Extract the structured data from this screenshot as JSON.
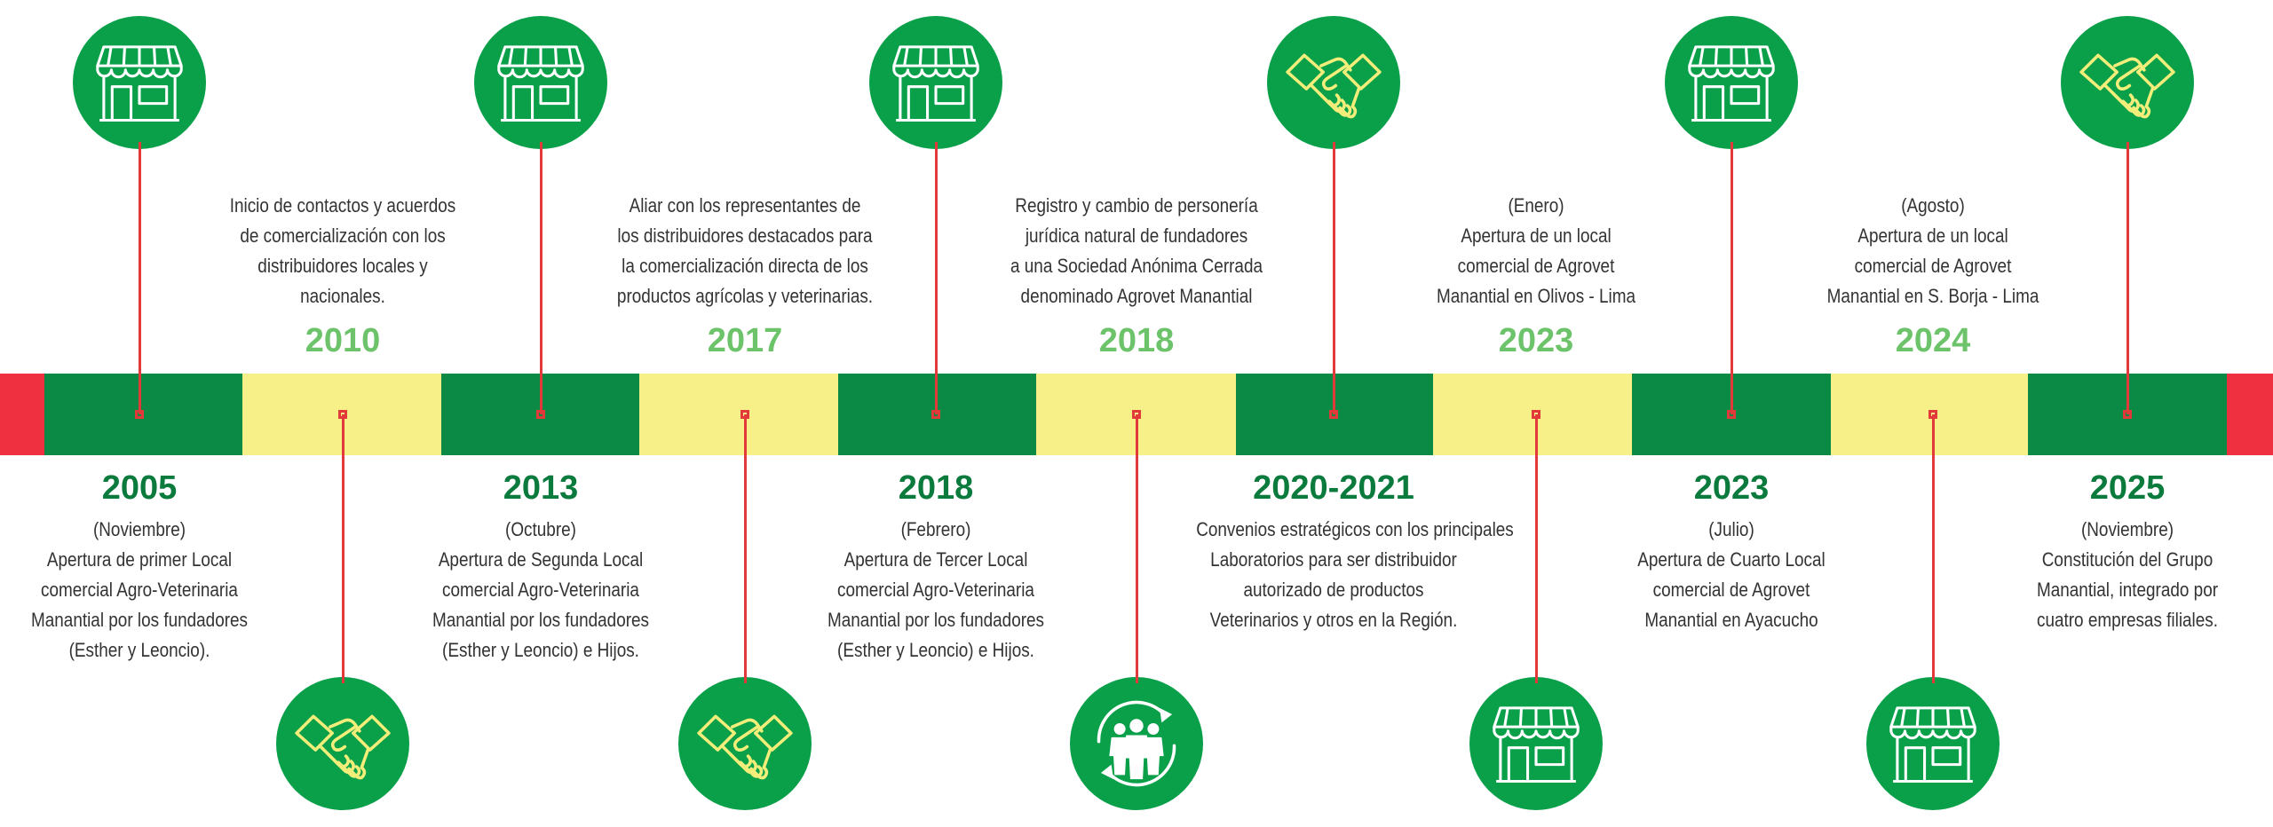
{
  "colors": {
    "dark_green": "#0b8a45",
    "yellow": "#f7f088",
    "red": "#ee3040",
    "circle_green": "#0aa04a",
    "icon_line": "#ffffff",
    "icon_handshake": "#f3ee7a",
    "stem": "#e23a3a",
    "year_above": "#6cc36a",
    "year_below": "#0b7a3d"
  },
  "milestones": [
    {
      "side": "top-icon",
      "icon": "store-icon",
      "year": "2005",
      "lines": [
        "(Noviembre)",
        "Apertura de primer Local",
        "comercial Agro-Veterinaria",
        "Manantial por los fundadores",
        "(Esther y Leoncio)."
      ]
    },
    {
      "side": "bottom-icon",
      "icon": "handshake-icon",
      "year": "2010",
      "lines": [
        "Inicio de contactos y acuerdos",
        "de comercialización con los",
        "distribuidores locales y",
        "nacionales."
      ]
    },
    {
      "side": "top-icon",
      "icon": "store-icon",
      "year": "2013",
      "lines": [
        "(Octubre)",
        "Apertura de Segunda Local",
        "comercial Agro-Veterinaria",
        "Manantial por los fundadores",
        "(Esther y Leoncio) e Hijos."
      ]
    },
    {
      "side": "bottom-icon",
      "icon": "handshake-icon",
      "year": "2017",
      "lines": [
        "Aliar con los representantes de",
        "los distribuidores destacados para",
        "la comercialización directa de los",
        "productos agrícolas y veterinarias."
      ]
    },
    {
      "side": "top-icon",
      "icon": "store-icon",
      "year": "2018",
      "lines": [
        "(Febrero)",
        "Apertura de Tercer Local",
        "comercial Agro-Veterinaria",
        "Manantial por los fundadores",
        "(Esther y Leoncio) e Hijos."
      ]
    },
    {
      "side": "bottom-icon",
      "icon": "team-icon",
      "year": "2018",
      "lines": [
        "Registro y cambio de personería",
        "jurídica natural de fundadores",
        "a una Sociedad Anónima Cerrada",
        "denominado Agrovet Manantial"
      ]
    },
    {
      "side": "top-icon",
      "icon": "handshake-icon",
      "year": "2020-2021",
      "lines": [
        "Convenios estratégicos con los principales",
        "Laboratorios para ser distribuidor",
        "autorizado de productos",
        "Veterinarios y otros en la Región."
      ]
    },
    {
      "side": "bottom-icon",
      "icon": "store-icon",
      "year": "2023",
      "lines": [
        "(Enero)",
        "Apertura de un local",
        "comercial de Agrovet",
        "Manantial en Olivos - Lima"
      ]
    },
    {
      "side": "top-icon",
      "icon": "store-icon",
      "year": "2023",
      "lines": [
        "(Julio)",
        "Apertura de Cuarto Local",
        "comercial de Agrovet",
        "Manantial en Ayacucho"
      ]
    },
    {
      "side": "bottom-icon",
      "icon": "store-icon",
      "year": "2024",
      "lines": [
        "(Agosto)",
        "Apertura de un local",
        "comercial de Agrovet",
        "Manantial en S. Borja - Lima"
      ]
    },
    {
      "side": "top-icon",
      "icon": "handshake-icon",
      "year": "2025",
      "lines": [
        "(Noviembre)",
        "Constitución del Grupo",
        "Manantial, integrado por",
        "cuatro empresas filiales."
      ]
    }
  ]
}
